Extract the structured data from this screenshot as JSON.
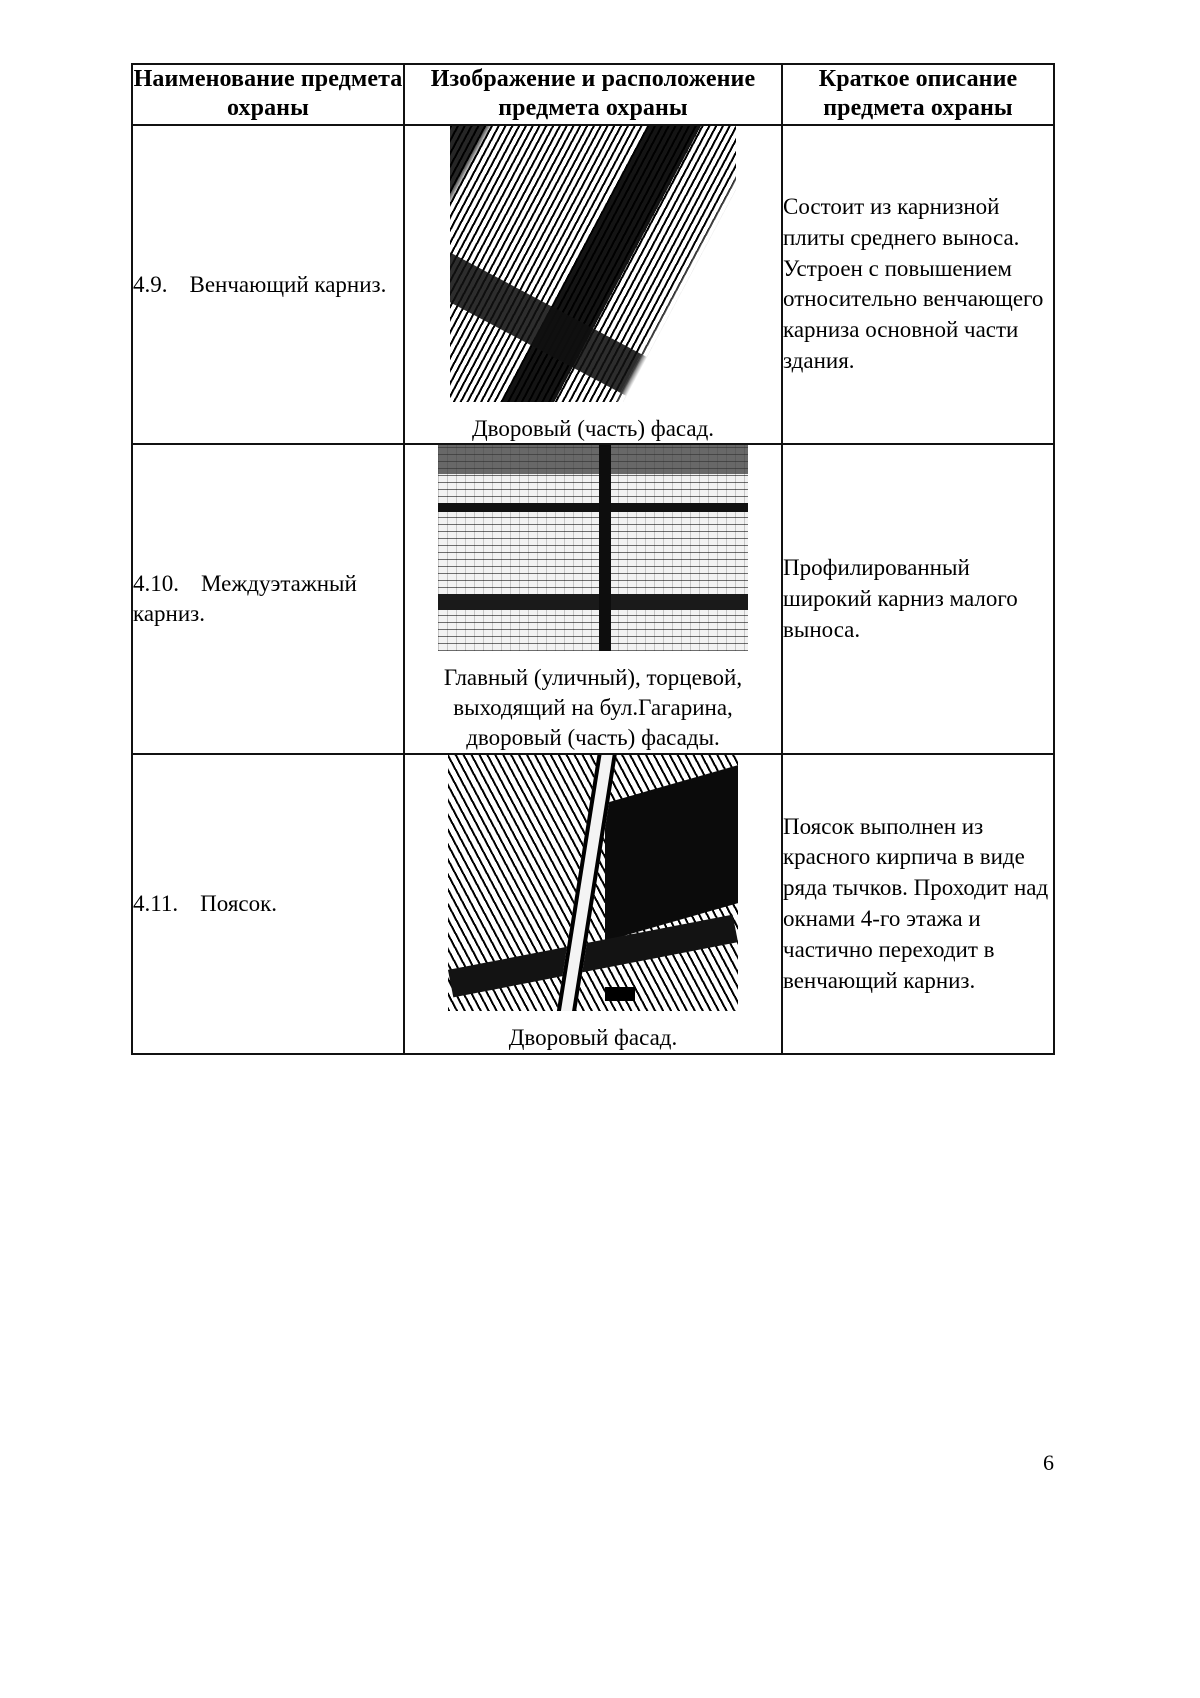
{
  "document": {
    "page_number": "6"
  },
  "table": {
    "headers": [
      "Наименование предмета охраны",
      "Изображение и расположение предмета охраны",
      "Краткое описание предмета охраны"
    ],
    "rows": [
      {
        "number": "4.9.",
        "name": "Венчающий карниз.",
        "image_icon": "scanned-photo-cornice",
        "image_caption": "Дворовый (часть) фасад.",
        "description": "Состоит из карнизной плиты среднего выноса. Устроен с повышением относительно венчающего карниза основной части здания."
      },
      {
        "number": "4.10.",
        "name": "Междуэтажный карниз.",
        "image_icon": "scanned-photo-interfloor-cornice",
        "image_caption": "Главный (уличный), торцевой, выходящий на бул.Гагарина, дворовый (часть) фасады.",
        "description": "Профилированный широкий карниз малого выноса."
      },
      {
        "number": "4.11.",
        "name": "Поясок.",
        "image_icon": "scanned-photo-brick-belt",
        "image_caption": "Дворовый фасад.",
        "description": "Поясок выполнен из красного кирпича в виде ряда тычков. Проходит над окнами 4-го этажа и частично переходит в венчающий карниз."
      }
    ]
  },
  "colors": {
    "text": "#000000",
    "border": "#111111",
    "background": "#ffffff"
  }
}
